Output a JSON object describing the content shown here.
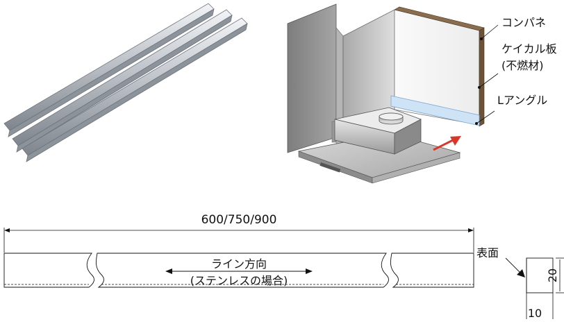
{
  "callouts": {
    "plywood": "コンパネ",
    "calcium_board_line1": "ケイカル板",
    "calcium_board_line2": "(不燃材)",
    "l_angle": "Lアングル"
  },
  "dimensions": {
    "length": "600/750/900",
    "height": "20",
    "width": "10"
  },
  "labels": {
    "surface": "表面",
    "line_direction": "ライン方向",
    "stainless_note": "(ステンレスの場合)"
  },
  "colors": {
    "plywood_edge": "#6b5238",
    "angle_blue": "#cfe3f6",
    "wall_dark": "#8f8f8f",
    "wall_mid": "#c9c9c9",
    "arrow_red": "#d8382b"
  }
}
